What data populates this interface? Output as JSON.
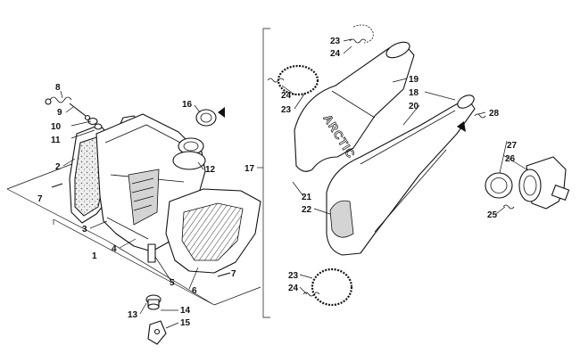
{
  "diagram": {
    "brand_text": "ARCTIC CAT",
    "callouts": {
      "c1": "1",
      "c2": "2",
      "c3": "3",
      "c4": "4",
      "c5": "5",
      "c6": "6",
      "c7a": "7",
      "c7b": "7",
      "c8": "8",
      "c9": "9",
      "c10": "10",
      "c11": "11",
      "c12": "12",
      "c13": "13",
      "c14": "14",
      "c15": "15",
      "c16": "16",
      "c17": "17",
      "c18": "18",
      "c19": "19",
      "c20": "20",
      "c21": "21",
      "c22": "22",
      "c23a": "23",
      "c23b": "23",
      "c23c": "23",
      "c24a": "24",
      "c24b": "24",
      "c24c": "24",
      "c25": "25",
      "c26": "26",
      "c27": "27",
      "c28": "28"
    }
  }
}
